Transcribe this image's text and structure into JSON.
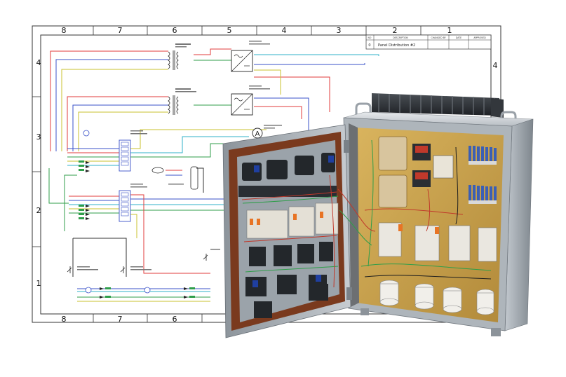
{
  "drawing": {
    "columns_top": [
      "8",
      "7",
      "6",
      "5",
      "4",
      "3",
      "2",
      "1"
    ],
    "columns_bottom": [
      "8",
      "7",
      "6"
    ],
    "rows_left": [
      "4",
      "3",
      "2",
      "1"
    ],
    "row_right": "4",
    "title_block": {
      "header": [
        "NO",
        "DESCRIPTION",
        "CHANGED BY",
        "DATE",
        "APPROVED"
      ],
      "rev": "0",
      "description": "Panel Distribution #2"
    },
    "ammeter_symbol": "A"
  },
  "colors": {
    "wire_red": "#e23b3b",
    "wire_blue": "#3a52c9",
    "wire_green": "#2f9e4a",
    "wire_yellow": "#c9c12e",
    "wire_cyan": "#2fb0c9",
    "enclosure": "#9aa3ab",
    "backplate": "#c9a04a",
    "door_gasket": "#7a3a1e"
  }
}
